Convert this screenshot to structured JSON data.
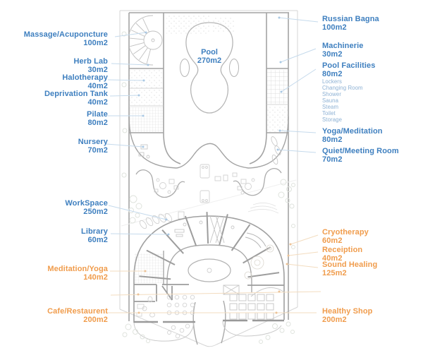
{
  "colors": {
    "label_blue": "#3e7fbf",
    "label_blue_light": "#8db1d4",
    "label_orange": "#f09c4c",
    "leader_blue": "#c5daec",
    "leader_orange": "#f3dcbf",
    "wall_gray": "#a3a3a3"
  },
  "pool_label": {
    "name": "Pool",
    "area": "270m2"
  },
  "left_labels": [
    {
      "name": "Massage/Acuponcture",
      "area": "100m2"
    },
    {
      "name": "Herb Lab",
      "area": "30m2"
    },
    {
      "name": "Halotherapy",
      "area": "40m2"
    },
    {
      "name": "Deprivation Tank",
      "area": "40m2"
    },
    {
      "name": "Pilate",
      "area": "80m2"
    },
    {
      "name": "Nursery",
      "area": "70m2"
    },
    {
      "name": "WorkSpace",
      "area": "250m2"
    },
    {
      "name": "Library",
      "area": "60m2"
    },
    {
      "name": "Meditation/Yoga",
      "area": "140m2"
    },
    {
      "name": "Cafe/Restaurent",
      "area": "200m2"
    }
  ],
  "right_labels": [
    {
      "name": "Russian Bagna",
      "area": "100m2"
    },
    {
      "name": "Machinerie",
      "area": "30m2"
    },
    {
      "name": "Pool Facilities",
      "area": "80m2"
    },
    {
      "name": "Yoga/Meditation",
      "area": "80m2"
    },
    {
      "name": "Quiet/Meeting Room",
      "area": "70m2"
    },
    {
      "name": "Cryotherapy",
      "area": "60m2"
    },
    {
      "name": "Receiption",
      "area": "40m2"
    },
    {
      "name": "Sound Healing",
      "area": "125m2"
    },
    {
      "name": "Healthy Shop",
      "area": "200m2"
    }
  ],
  "pool_facilities_details": [
    "Lockers",
    "Changing Room",
    "Shower",
    "Sauna",
    "Steam",
    "Toilet",
    "Storage"
  ]
}
